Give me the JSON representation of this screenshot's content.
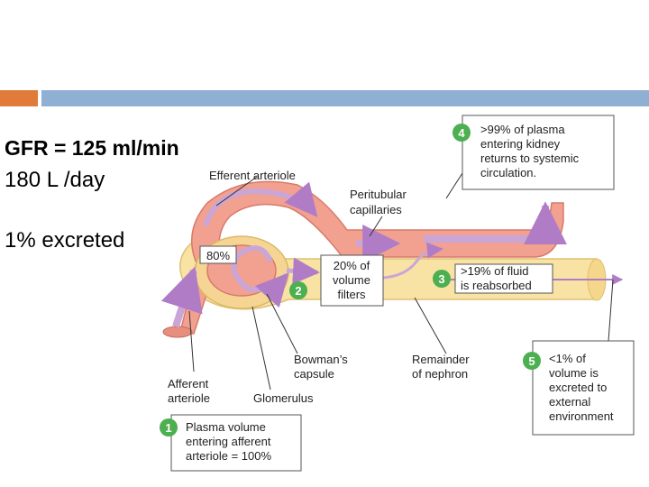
{
  "slide": {
    "gfr_title": "GFR = 125 ml/min",
    "per_day": "180 L /day",
    "excreted": "1% excreted"
  },
  "diagram": {
    "labels": {
      "efferent": "Efferent arteriole",
      "peritubular_1": "Peritubular",
      "peritubular_2": "capillaries",
      "eighty": "80%",
      "filters_1": "20% of",
      "filters_2": "volume",
      "filters_3": "filters",
      "reabs_1": ">19% of fluid",
      "reabs_2": "is reabsorbed",
      "bowman_1": "Bowman’s",
      "bowman_2": "capsule",
      "remainder_1": "Remainder",
      "remainder_2": "of nephron",
      "afferent_1": "Afferent",
      "afferent_2": "arteriole",
      "glomerulus": "Glomerulus"
    },
    "steps": [
      {
        "num": "1",
        "lines": [
          "Plasma volume",
          "entering afferent",
          "arteriole = 100%"
        ]
      },
      {
        "num": "2"
      },
      {
        "num": "3"
      },
      {
        "num": "4",
        "lines": [
          ">99% of plasma",
          "entering kidney",
          "returns to systemic",
          "circulation."
        ]
      },
      {
        "num": "5",
        "lines": [
          "<1% of",
          "volume is",
          "excreted to",
          "external",
          "environment"
        ]
      }
    ],
    "colors": {
      "vessel": "#f2a090",
      "tubule": "#f8e3a4",
      "arrow": "#c9a6d6",
      "badge": "#4caf50"
    }
  }
}
